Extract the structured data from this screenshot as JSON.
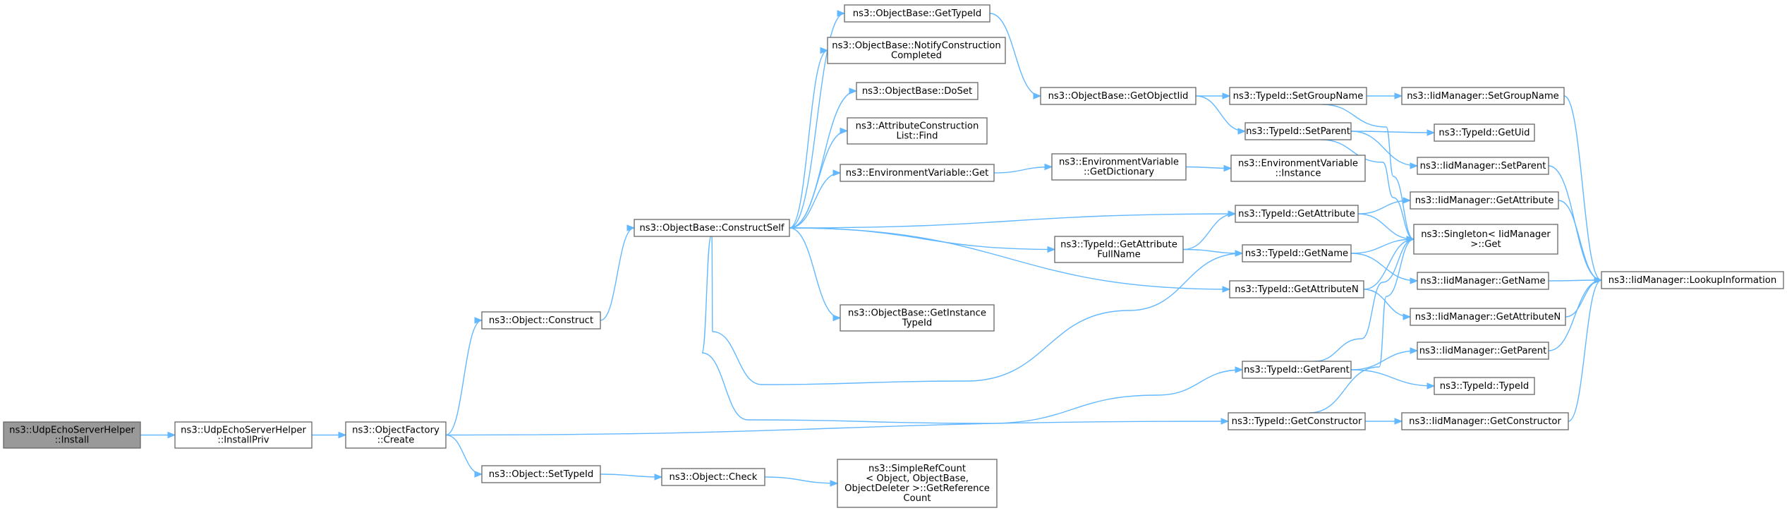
{
  "graph": {
    "nodes": [
      {
        "id": "udp_install",
        "lines": [
          "ns3::UdpEchoServerHelper",
          "::Install"
        ],
        "root": true
      },
      {
        "id": "install_priv",
        "lines": [
          "ns3::UdpEchoServerHelper",
          "::InstallPriv"
        ]
      },
      {
        "id": "factory_create",
        "lines": [
          "ns3::ObjectFactory",
          "::Create"
        ]
      },
      {
        "id": "object_construct",
        "lines": [
          "ns3::Object::Construct"
        ]
      },
      {
        "id": "object_settypeid",
        "lines": [
          "ns3::Object::SetTypeId"
        ]
      },
      {
        "id": "object_check",
        "lines": [
          "ns3::Object::Check"
        ]
      },
      {
        "id": "simpleref",
        "lines": [
          "ns3::SimpleRefCount",
          "< Object, ObjectBase,",
          "ObjectDeleter >::GetReference",
          "Count"
        ]
      },
      {
        "id": "constructself",
        "lines": [
          "ns3::ObjectBase::ConstructSelf"
        ]
      },
      {
        "id": "ob_gettypeid",
        "lines": [
          "ns3::ObjectBase::GetTypeId"
        ]
      },
      {
        "id": "ob_notify",
        "lines": [
          "ns3::ObjectBase::NotifyConstruction",
          "Completed"
        ]
      },
      {
        "id": "ob_doset",
        "lines": [
          "ns3::ObjectBase::DoSet"
        ]
      },
      {
        "id": "acl_find",
        "lines": [
          "ns3::AttributeConstruction",
          "List::Find"
        ]
      },
      {
        "id": "env_get",
        "lines": [
          "ns3::EnvironmentVariable::Get"
        ]
      },
      {
        "id": "ob_getinstance",
        "lines": [
          "ns3::ObjectBase::GetInstance",
          "TypeId"
        ]
      },
      {
        "id": "ob_getobjectiid",
        "lines": [
          "ns3::ObjectBase::GetObjectIid"
        ]
      },
      {
        "id": "env_getdict",
        "lines": [
          "ns3::EnvironmentVariable",
          "::GetDictionary"
        ]
      },
      {
        "id": "tid_getattrfull",
        "lines": [
          "ns3::TypeId::GetAttribute",
          "FullName"
        ]
      },
      {
        "id": "env_instance",
        "lines": [
          "ns3::EnvironmentVariable",
          "::Instance"
        ]
      },
      {
        "id": "tid_setgroupname",
        "lines": [
          "ns3::TypeId::SetGroupName"
        ]
      },
      {
        "id": "tid_setparent",
        "lines": [
          "ns3::TypeId::SetParent"
        ]
      },
      {
        "id": "tid_getattribute",
        "lines": [
          "ns3::TypeId::GetAttribute"
        ]
      },
      {
        "id": "tid_getname",
        "lines": [
          "ns3::TypeId::GetName"
        ]
      },
      {
        "id": "tid_getattributen",
        "lines": [
          "ns3::TypeId::GetAttributeN"
        ]
      },
      {
        "id": "tid_getparent",
        "lines": [
          "ns3::TypeId::GetParent"
        ]
      },
      {
        "id": "tid_getconstructor",
        "lines": [
          "ns3::TypeId::GetConstructor"
        ]
      },
      {
        "id": "iid_setgroupname",
        "lines": [
          "ns3::IidManager::SetGroupName"
        ]
      },
      {
        "id": "tid_getuid",
        "lines": [
          "ns3::TypeId::GetUid"
        ]
      },
      {
        "id": "iid_setparent",
        "lines": [
          "ns3::IidManager::SetParent"
        ]
      },
      {
        "id": "iid_getattribute",
        "lines": [
          "ns3::IidManager::GetAttribute"
        ]
      },
      {
        "id": "singleton_get",
        "lines": [
          "ns3::Singleton< IidManager",
          ">::Get"
        ]
      },
      {
        "id": "iid_getname",
        "lines": [
          "ns3::IidManager::GetName"
        ]
      },
      {
        "id": "iid_getattributen",
        "lines": [
          "ns3::IidManager::GetAttributeN"
        ]
      },
      {
        "id": "iid_getparent",
        "lines": [
          "ns3::IidManager::GetParent"
        ]
      },
      {
        "id": "tid_typeid",
        "lines": [
          "ns3::TypeId::TypeId"
        ]
      },
      {
        "id": "iid_getconstructor",
        "lines": [
          "ns3::IidManager::GetConstructor"
        ]
      },
      {
        "id": "iid_lookup",
        "lines": [
          "ns3::IidManager::LookupInformation"
        ]
      }
    ],
    "edges": [
      [
        "udp_install",
        "install_priv"
      ],
      [
        "install_priv",
        "factory_create"
      ],
      [
        "factory_create",
        "object_construct"
      ],
      [
        "factory_create",
        "object_settypeid"
      ],
      [
        "factory_create",
        "tid_getconstructor"
      ],
      [
        "object_construct",
        "constructself"
      ],
      [
        "object_settypeid",
        "object_check"
      ],
      [
        "object_check",
        "simpleref"
      ],
      [
        "constructself",
        "ob_gettypeid"
      ],
      [
        "constructself",
        "ob_notify"
      ],
      [
        "constructself",
        "ob_doset"
      ],
      [
        "constructself",
        "acl_find"
      ],
      [
        "constructself",
        "env_get"
      ],
      [
        "constructself",
        "ob_getinstance"
      ],
      [
        "constructself",
        "tid_getattribute"
      ],
      [
        "constructself",
        "tid_getattrfull"
      ],
      [
        "constructself",
        "tid_getattributen"
      ],
      [
        "constructself",
        "tid_getname"
      ],
      [
        "constructself",
        "tid_getparent"
      ],
      [
        "ob_gettypeid",
        "ob_getobjectiid"
      ],
      [
        "ob_getobjectiid",
        "tid_setgroupname"
      ],
      [
        "ob_getobjectiid",
        "tid_setparent"
      ],
      [
        "env_get",
        "env_getdict"
      ],
      [
        "env_getdict",
        "env_instance"
      ],
      [
        "tid_getattrfull",
        "tid_getattribute"
      ],
      [
        "tid_getattrfull",
        "tid_getname"
      ],
      [
        "tid_setgroupname",
        "iid_setgroupname"
      ],
      [
        "tid_setgroupname",
        "singleton_get"
      ],
      [
        "tid_setparent",
        "tid_getuid"
      ],
      [
        "tid_setparent",
        "iid_setparent"
      ],
      [
        "tid_setparent",
        "singleton_get"
      ],
      [
        "tid_getattribute",
        "iid_getattribute"
      ],
      [
        "tid_getattribute",
        "singleton_get"
      ],
      [
        "tid_getname",
        "singleton_get"
      ],
      [
        "tid_getname",
        "iid_getname"
      ],
      [
        "tid_getattributen",
        "singleton_get"
      ],
      [
        "tid_getattributen",
        "iid_getattributen"
      ],
      [
        "tid_getparent",
        "singleton_get"
      ],
      [
        "tid_getparent",
        "iid_getparent"
      ],
      [
        "tid_getparent",
        "tid_typeid"
      ],
      [
        "tid_getconstructor",
        "singleton_get"
      ],
      [
        "tid_getconstructor",
        "iid_getconstructor"
      ],
      [
        "iid_setgroupname",
        "iid_lookup"
      ],
      [
        "iid_setparent",
        "iid_lookup"
      ],
      [
        "iid_getattribute",
        "iid_lookup"
      ],
      [
        "iid_getname",
        "iid_lookup"
      ],
      [
        "iid_getattributen",
        "iid_lookup"
      ],
      [
        "iid_getparent",
        "iid_lookup"
      ],
      [
        "iid_getconstructor",
        "iid_lookup"
      ]
    ]
  },
  "colors": {
    "edge": "#63b8ff",
    "node_border": "#666666",
    "node_fill": "#ffffff",
    "root_fill": "#999999",
    "text": "#000000"
  }
}
